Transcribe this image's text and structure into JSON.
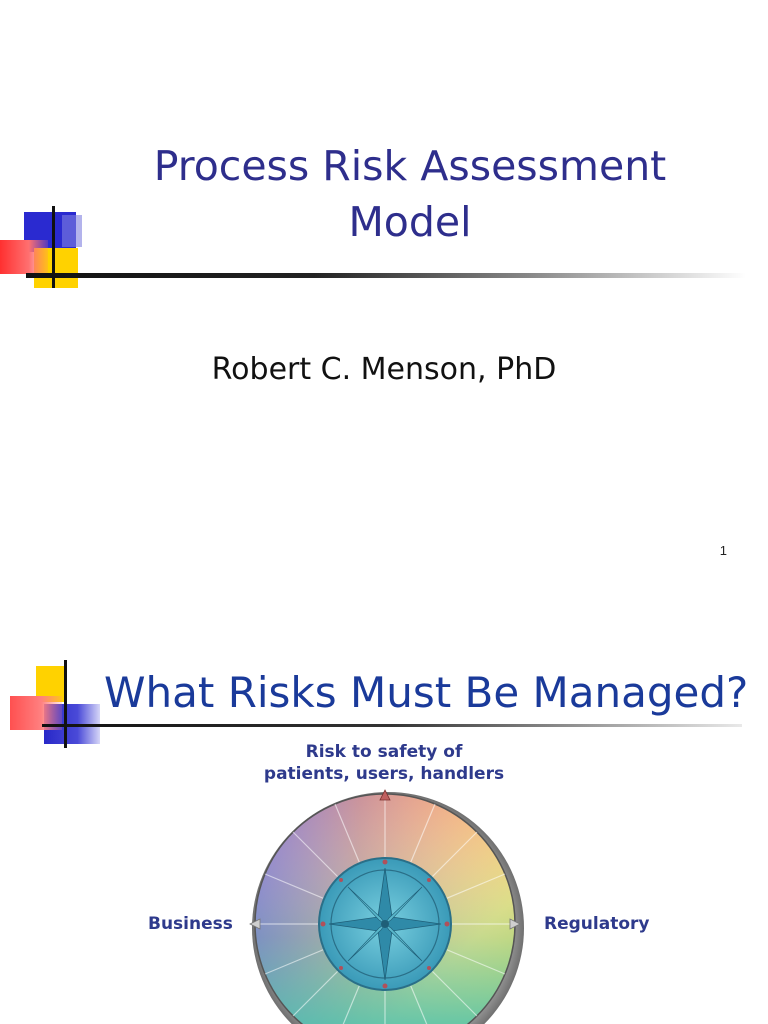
{
  "slide1": {
    "title_line1": "Process Risk Assessment",
    "title_line2": "Model",
    "author": "Robert C. Menson, PhD",
    "page_number": "1"
  },
  "slide2": {
    "title": "What Risks Must Be Managed?",
    "diagram": {
      "top_label_line1": "Risk to safety of",
      "top_label_line2": "patients, users, handlers",
      "left_label": "Business",
      "right_label": "Regulatory"
    }
  },
  "colors": {
    "title_blue": "#2e2e8c",
    "slide2_title_blue": "#1a3a9a",
    "logo_blue": "#2828c8",
    "logo_yellow": "#ffd200",
    "logo_red": "#f03c3c"
  }
}
